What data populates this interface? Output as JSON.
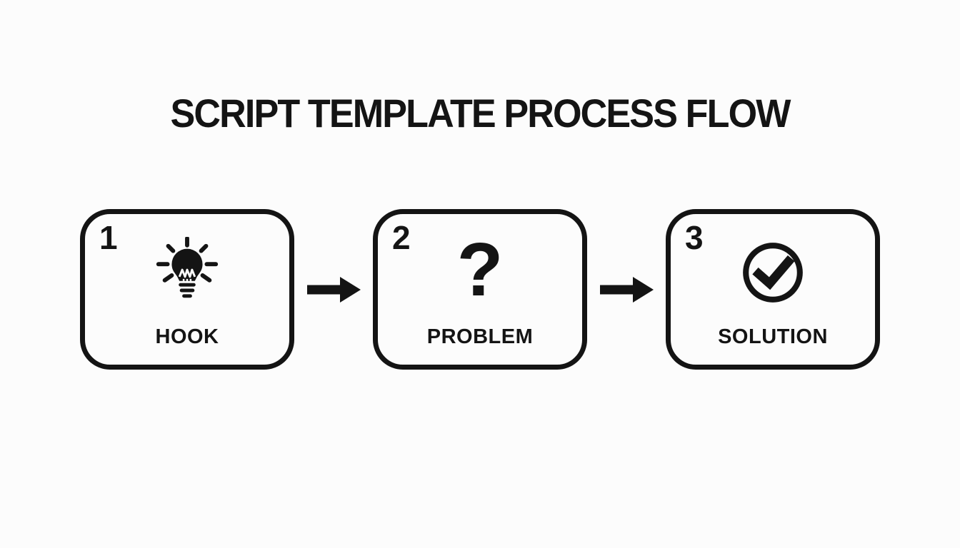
{
  "title": "SCRIPT TEMPLATE PROCESS FLOW",
  "colors": {
    "background": "#fcfcfc",
    "ink": "#141414"
  },
  "flow": {
    "steps": [
      {
        "number": "1",
        "label": "HOOK",
        "icon": "lightbulb-idea-icon"
      },
      {
        "number": "2",
        "label": "PROBLEM",
        "icon": "question-mark-icon",
        "icon_glyph": "?"
      },
      {
        "number": "3",
        "label": "SOLUTION",
        "icon": "check-circle-icon"
      }
    ],
    "connectors": [
      {
        "type": "arrow-right"
      },
      {
        "type": "arrow-right"
      }
    ]
  }
}
